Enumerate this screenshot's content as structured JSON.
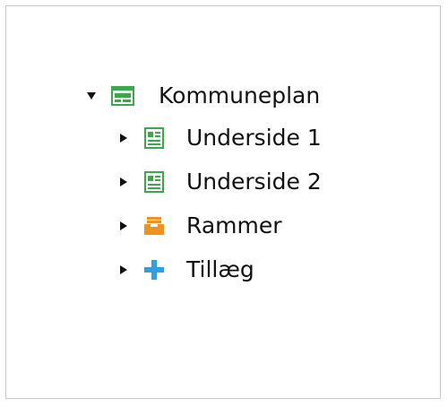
{
  "tree": {
    "root": {
      "label": "Kommuneplan",
      "expanded": true,
      "icon": "site-layout-icon",
      "icon_color": "#3aa84b"
    },
    "children": [
      {
        "label": "Underside 1",
        "expanded": false,
        "icon": "page-document-icon",
        "icon_color": "#3aa84b"
      },
      {
        "label": "Underside 2",
        "expanded": false,
        "icon": "page-document-icon",
        "icon_color": "#3aa84b"
      },
      {
        "label": "Rammer",
        "expanded": false,
        "icon": "inbox-tray-icon",
        "icon_color": "#f0931e"
      },
      {
        "label": "Tillæg",
        "expanded": false,
        "icon": "plus-icon",
        "icon_color": "#2f9fe0"
      }
    ]
  }
}
